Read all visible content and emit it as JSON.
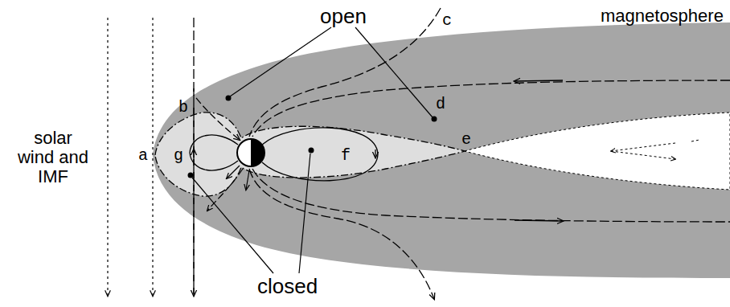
{
  "diagram": {
    "labels": [
      "open",
      "magnetosphere",
      "c",
      "b",
      "d",
      "solar wind and IMF",
      "a",
      "g",
      "f",
      "e",
      "closed"
    ]
  }
}
